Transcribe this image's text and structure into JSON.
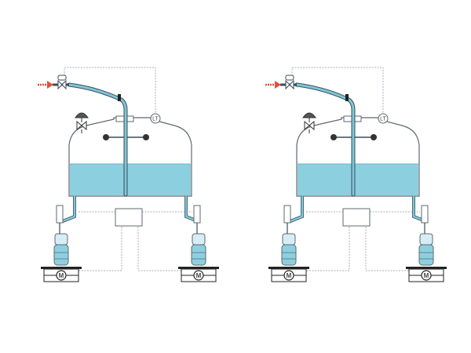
{
  "colors": {
    "background": "#ffffff",
    "tank_fill": "#8cd0e0",
    "tank_outline": "#5f6870",
    "pipe": "#7fc6d8",
    "pipe_outline": "#3b4d58",
    "signal_line": "#b6a6c2",
    "arrow": "#e0503c",
    "meter_body": "#d7edf5",
    "meter_base": "#222222"
  },
  "diagrams": [
    {
      "id": "left",
      "level_transmitter": {
        "label": "LT",
        "icon": "level-transmitter-icon"
      },
      "inlet_valve": {
        "icon": "control-valve-icon"
      },
      "vent_valve": {
        "icon": "hand-valve-icon"
      },
      "inlet_arrow": {
        "icon": "inflow-arrow-icon"
      },
      "controller": {
        "icon": "controller-box"
      },
      "left_meter": {
        "label": "M",
        "icon": "flow-meter-icon"
      },
      "right_meter": {
        "label": "M",
        "icon": "flow-meter-icon"
      }
    },
    {
      "id": "right",
      "level_transmitter": {
        "label": "LT",
        "icon": "level-transmitter-icon"
      },
      "inlet_valve": {
        "icon": "control-valve-icon"
      },
      "vent_valve": {
        "icon": "hand-valve-icon"
      },
      "inlet_arrow": {
        "icon": "inflow-arrow-icon"
      },
      "controller": {
        "icon": "controller-box"
      },
      "left_meter": {
        "label": "M",
        "icon": "flow-meter-icon"
      },
      "right_meter": {
        "label": "M",
        "icon": "flow-meter-icon"
      }
    }
  ]
}
